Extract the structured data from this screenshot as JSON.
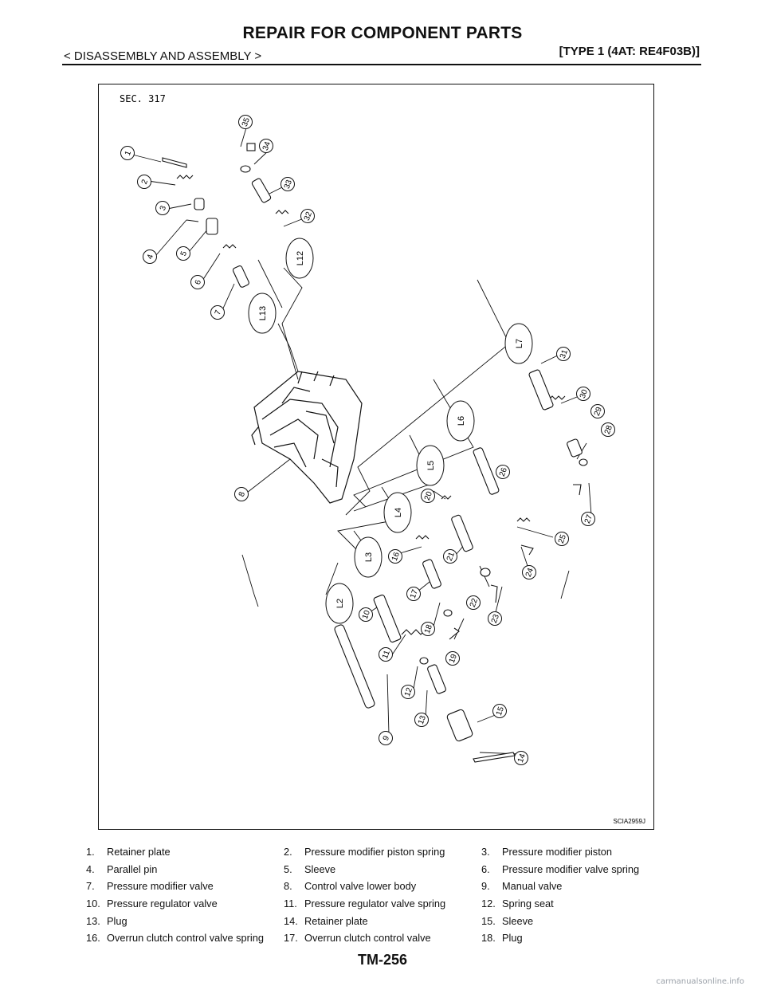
{
  "header": {
    "title": "REPAIR FOR COMPONENT PARTS",
    "subtitle": "< DISASSEMBLY AND ASSEMBLY >",
    "type": "[TYPE 1 (4AT: RE4F03B)]"
  },
  "figure": {
    "section": "SEC. 317",
    "code": "SCIA2959J",
    "callouts": [
      "1",
      "2",
      "3",
      "4",
      "5",
      "6",
      "7",
      "8",
      "9",
      "10",
      "11",
      "12",
      "13",
      "14",
      "15",
      "16",
      "17",
      "18",
      "19",
      "20",
      "21",
      "22",
      "23",
      "24",
      "25",
      "26",
      "27",
      "28",
      "29",
      "30",
      "31",
      "32",
      "33",
      "34",
      "35"
    ],
    "ovals": [
      "L2",
      "L3",
      "L4",
      "L5",
      "L6",
      "L7",
      "L12",
      "L13"
    ]
  },
  "legend": {
    "rows": [
      [
        {
          "num": "1.",
          "text": "Retainer plate"
        },
        {
          "num": "2.",
          "text": "Pressure modifier piston spring"
        },
        {
          "num": "3.",
          "text": "Pressure modifier piston"
        }
      ],
      [
        {
          "num": "4.",
          "text": "Parallel pin"
        },
        {
          "num": "5.",
          "text": "Sleeve"
        },
        {
          "num": "6.",
          "text": "Pressure modifier valve spring"
        }
      ],
      [
        {
          "num": "7.",
          "text": "Pressure modifier valve"
        },
        {
          "num": "8.",
          "text": "Control valve lower body"
        },
        {
          "num": "9.",
          "text": "Manual valve"
        }
      ],
      [
        {
          "num": "10.",
          "text": "Pressure regulator valve"
        },
        {
          "num": "11.",
          "text": "Pressure regulator valve spring"
        },
        {
          "num": "12.",
          "text": "Spring seat"
        }
      ],
      [
        {
          "num": "13.",
          "text": "Plug"
        },
        {
          "num": "14.",
          "text": "Retainer plate"
        },
        {
          "num": "15.",
          "text": "Sleeve"
        }
      ],
      [
        {
          "num": "16.",
          "text": "Overrun clutch control valve spring"
        },
        {
          "num": "17.",
          "text": "Overrun clutch control valve"
        },
        {
          "num": "18.",
          "text": "Plug"
        }
      ]
    ]
  },
  "footer": {
    "page_number": "TM-256",
    "watermark": "carmanualsonline.info"
  }
}
